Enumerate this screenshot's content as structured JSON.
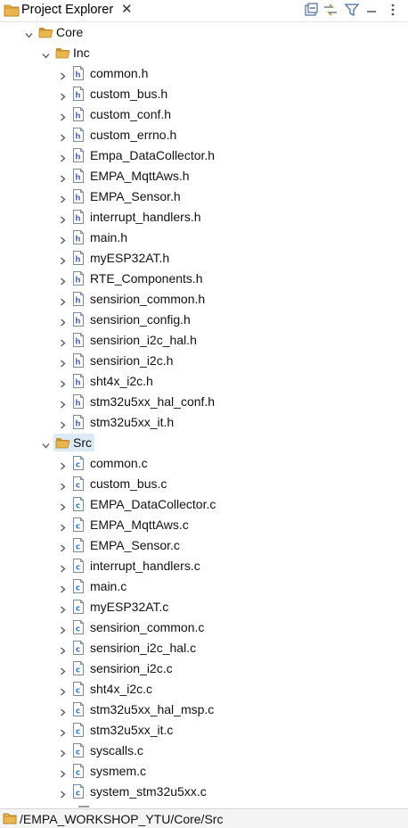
{
  "view": {
    "title": "Project Explorer",
    "close_glyph": "✕",
    "toolbar": [
      {
        "name": "collapse-all-icon"
      },
      {
        "name": "link-with-editor-icon"
      },
      {
        "name": "filter-icon"
      },
      {
        "name": "view-menu-icon"
      }
    ]
  },
  "tree": [
    {
      "label": "Core",
      "type": "folder",
      "depth": 0,
      "expanded": true
    },
    {
      "label": "Inc",
      "type": "folder",
      "depth": 1,
      "expanded": true
    },
    {
      "label": "common.h",
      "type": "h",
      "depth": 2
    },
    {
      "label": "custom_bus.h",
      "type": "h",
      "depth": 2
    },
    {
      "label": "custom_conf.h",
      "type": "h",
      "depth": 2
    },
    {
      "label": "custom_errno.h",
      "type": "h",
      "depth": 2
    },
    {
      "label": "Empa_DataCollector.h",
      "type": "h",
      "depth": 2
    },
    {
      "label": "EMPA_MqttAws.h",
      "type": "h",
      "depth": 2
    },
    {
      "label": "EMPA_Sensor.h",
      "type": "h",
      "depth": 2
    },
    {
      "label": "interrupt_handlers.h",
      "type": "h",
      "depth": 2
    },
    {
      "label": "main.h",
      "type": "h",
      "depth": 2
    },
    {
      "label": "myESP32AT.h",
      "type": "h",
      "depth": 2
    },
    {
      "label": "RTE_Components.h",
      "type": "h",
      "depth": 2
    },
    {
      "label": "sensirion_common.h",
      "type": "h",
      "depth": 2
    },
    {
      "label": "sensirion_config.h",
      "type": "h",
      "depth": 2
    },
    {
      "label": "sensirion_i2c_hal.h",
      "type": "h",
      "depth": 2
    },
    {
      "label": "sensirion_i2c.h",
      "type": "h",
      "depth": 2
    },
    {
      "label": "sht4x_i2c.h",
      "type": "h",
      "depth": 2
    },
    {
      "label": "stm32u5xx_hal_conf.h",
      "type": "h",
      "depth": 2
    },
    {
      "label": "stm32u5xx_it.h",
      "type": "h",
      "depth": 2
    },
    {
      "label": "Src",
      "type": "folder",
      "depth": 1,
      "expanded": true,
      "selected": true
    },
    {
      "label": "common.c",
      "type": "c",
      "depth": 2
    },
    {
      "label": "custom_bus.c",
      "type": "c",
      "depth": 2
    },
    {
      "label": "EMPA_DataCollector.c",
      "type": "c",
      "depth": 2
    },
    {
      "label": "EMPA_MqttAws.c",
      "type": "c",
      "depth": 2
    },
    {
      "label": "EMPA_Sensor.c",
      "type": "c",
      "depth": 2
    },
    {
      "label": "interrupt_handlers.c",
      "type": "c",
      "depth": 2
    },
    {
      "label": "main.c",
      "type": "c",
      "depth": 2
    },
    {
      "label": "myESP32AT.c",
      "type": "c",
      "depth": 2
    },
    {
      "label": "sensirion_common.c",
      "type": "c",
      "depth": 2
    },
    {
      "label": "sensirion_i2c_hal.c",
      "type": "c",
      "depth": 2
    },
    {
      "label": "sensirion_i2c.c",
      "type": "c",
      "depth": 2
    },
    {
      "label": "sht4x_i2c.c",
      "type": "c",
      "depth": 2
    },
    {
      "label": "stm32u5xx_hal_msp.c",
      "type": "c",
      "depth": 2
    },
    {
      "label": "stm32u5xx_it.c",
      "type": "c",
      "depth": 2
    },
    {
      "label": "syscalls.c",
      "type": "c",
      "depth": 2
    },
    {
      "label": "sysmem.c",
      "type": "c",
      "depth": 2
    },
    {
      "label": "system_stm32u5xx.c",
      "type": "c",
      "depth": 2
    }
  ],
  "status": {
    "path": "/EMPA_WORKSHOP_YTU/Core/Src"
  },
  "colors": {
    "folder": "#e8b64b",
    "folder_dark": "#c9922a",
    "file_header_letter": "#5b6fb7",
    "file_source_letter": "#3b7bc0",
    "selection": "#dceaf7"
  }
}
